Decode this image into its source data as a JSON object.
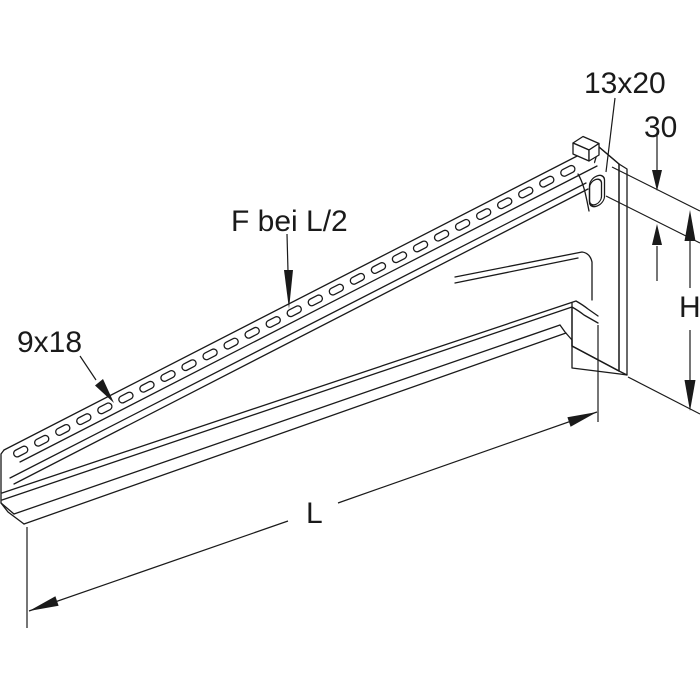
{
  "figure": {
    "kind": "technical-line-drawing",
    "subject": "wall-cantilever-bracket",
    "background_color": "#ffffff",
    "line_color": "#1a1a1a",
    "annotations": {
      "head_slot_size": "13x20",
      "top_offset": "30",
      "load_label": "F bei L/2",
      "arm_slot_size": "9x18",
      "height_label": "H",
      "length_label": "L"
    },
    "arm": {
      "slot_count": 27
    }
  }
}
